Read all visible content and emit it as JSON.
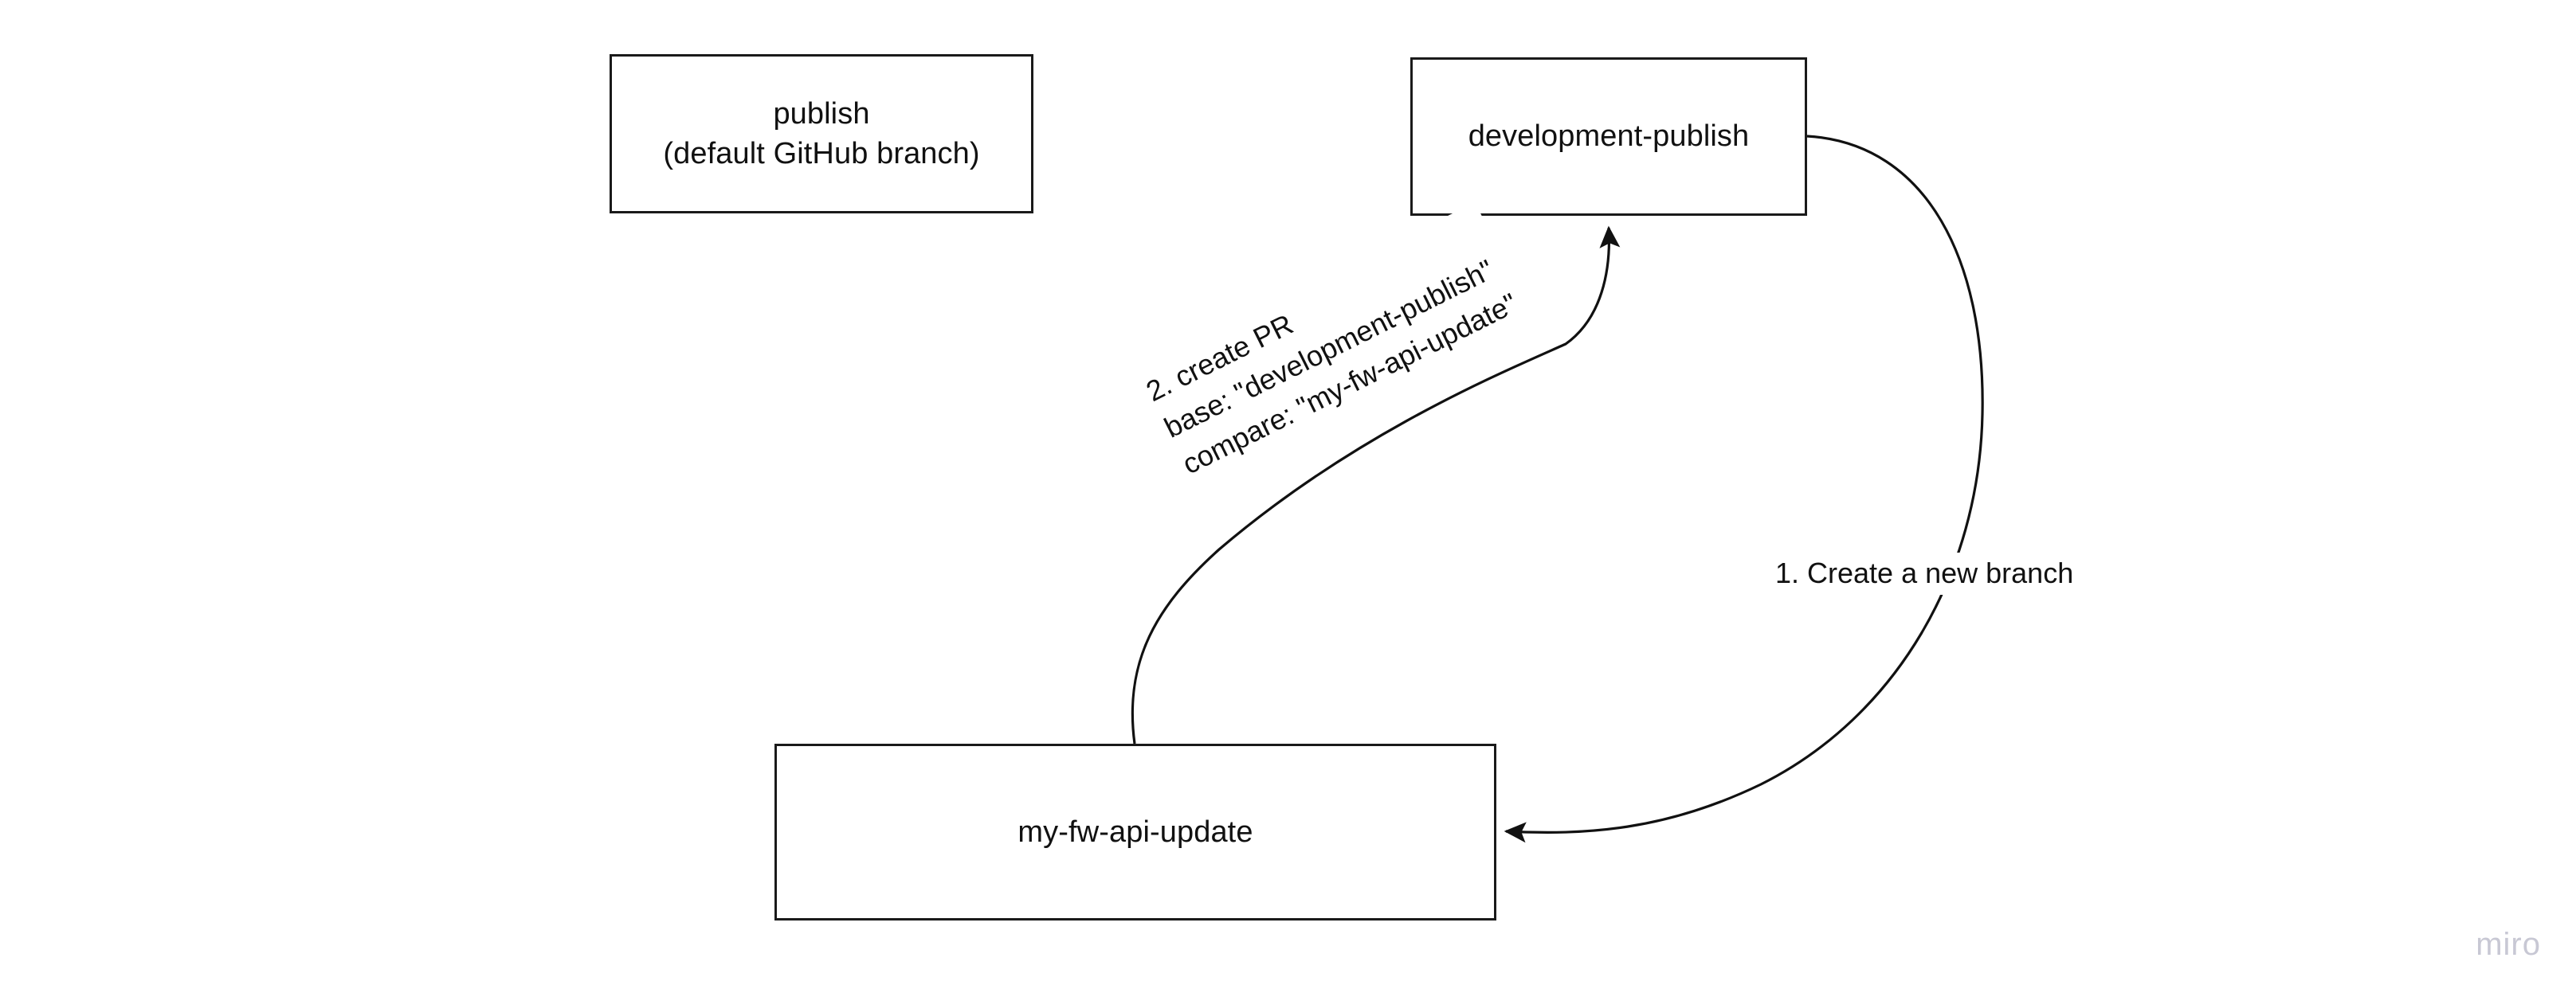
{
  "canvas": {
    "background": "#ffffff",
    "stroke_color": "#1a1a1a",
    "text_color": "#111111"
  },
  "nodes": [
    {
      "id": "publish",
      "label": "publish\n(default GitHub branch)",
      "line1": "publish",
      "line2": "(default GitHub branch)"
    },
    {
      "id": "development-publish",
      "label": "development-publish"
    },
    {
      "id": "my-fw-api-update",
      "label": "my-fw-api-update"
    }
  ],
  "edges": [
    {
      "id": "create-branch",
      "from": "development-publish",
      "to": "my-fw-api-update",
      "label": "1. Create a new branch",
      "arrowhead": "to"
    },
    {
      "id": "create-pr",
      "from": "my-fw-api-update",
      "to": "development-publish",
      "label": "2. create PR\nbase: \"development-publish\"\ncompare: \"my-fw-api-update\"",
      "label_line1": "2. create PR",
      "label_line2": "base: \"development-publish\"",
      "label_line3": "compare: \"my-fw-api-update\"",
      "arrowhead": "to"
    }
  ],
  "watermark": {
    "text": "miro",
    "color": "#c8c8d4"
  }
}
